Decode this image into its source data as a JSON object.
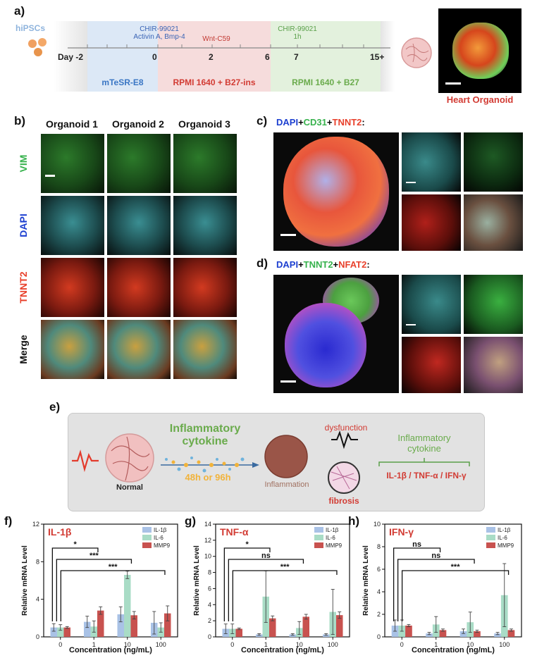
{
  "panels": {
    "a": "a)",
    "b": "b)",
    "c": "c)",
    "d": "d)",
    "e": "e)",
    "f": "f)",
    "g": "g)",
    "h": "h)"
  },
  "timeline": {
    "source": "hiPSCs",
    "days": [
      "Day -2",
      "0",
      "2",
      "6",
      "7",
      "15+"
    ],
    "above": {
      "chir1_line1": "CHIR-99021",
      "chir1_line2": "Activin A, Bmp-4",
      "wnt": "Wnt-C59",
      "chir2_line1": "CHIR-99021",
      "chir2_line2": "1h"
    },
    "media": [
      "mTeSR-E8",
      "RPMI 1640 + B27-ins",
      "RPMI 1640 + B27"
    ],
    "colors": {
      "blue": "#dce8f6",
      "red": "#f6dcdc",
      "green": "#e3f1dd"
    },
    "product": "Heart Organoid"
  },
  "panel_b": {
    "columns": [
      "Organoid 1",
      "Organoid 2",
      "Organoid 3"
    ],
    "rows": [
      "VIM",
      "DAPI",
      "TNNT2",
      "Merge"
    ],
    "row_colors": [
      "#37b24d",
      "#1c3fd0",
      "#e8412c",
      "#111111"
    ]
  },
  "panel_c": {
    "title_parts": [
      "DAPI",
      "+",
      "CD31",
      "+",
      "TNNT2",
      ":"
    ],
    "title_colors": [
      "#1c3fd0",
      "#111111",
      "#37b24d",
      "#111111",
      "#e8412c",
      "#111111"
    ]
  },
  "panel_d": {
    "title_parts": [
      "DAPI",
      "+",
      "TNNT2",
      "+",
      "NFAT2",
      ":"
    ],
    "title_colors": [
      "#1c3fd0",
      "#111111",
      "#37b24d",
      "#111111",
      "#e8412c",
      "#111111"
    ]
  },
  "panel_e": {
    "cytokine_l1": "Inflammatory",
    "cytokine_l2": "cytokine",
    "time": "48h or 96h",
    "normal": "Normal",
    "inflammation": "Inflammation",
    "dysfunction": "dysfunction",
    "fibrosis": "fibrosis",
    "right_l1": "Inflammatory",
    "right_l2": "cytokine",
    "list": "IL-1β / TNF-α / IFN-γ"
  },
  "chart_data": [
    {
      "type": "bar",
      "title": "IL-1β",
      "xlabel": "Concentration (ng/mL)",
      "ylabel": "Relative mRNA Level",
      "categories": [
        "0",
        "1",
        "10",
        "100"
      ],
      "ylim": [
        0,
        12
      ],
      "yticks": [
        0,
        4,
        8,
        12
      ],
      "series": [
        {
          "name": "IL-1β",
          "values": [
            1.0,
            1.6,
            2.4,
            1.5
          ],
          "errors": [
            0.4,
            0.6,
            0.8,
            1.2
          ]
        },
        {
          "name": "IL-6",
          "values": [
            1.0,
            1.1,
            6.6,
            1.0
          ],
          "errors": [
            0.3,
            0.6,
            0.4,
            0.5
          ]
        },
        {
          "name": "MMP9",
          "values": [
            1.0,
            2.8,
            2.3,
            2.5
          ],
          "errors": [
            0.1,
            0.4,
            0.4,
            0.8
          ]
        }
      ],
      "sig": [
        "*",
        "***",
        "***"
      ]
    },
    {
      "type": "bar",
      "title": "TNF-α",
      "xlabel": "Concentration (ng/mL)",
      "ylabel": "Relative mRNA Level",
      "categories": [
        "0",
        "1",
        "10",
        "100"
      ],
      "ylim": [
        0,
        14
      ],
      "yticks": [
        0,
        2,
        4,
        6,
        8,
        10,
        12,
        14
      ],
      "series": [
        {
          "name": "IL-1β",
          "values": [
            1.0,
            0.3,
            0.3,
            0.3
          ],
          "errors": [
            0.6,
            0.1,
            0.1,
            0.1
          ]
        },
        {
          "name": "IL-6",
          "values": [
            1.0,
            5.0,
            1.1,
            3.1
          ],
          "errors": [
            0.6,
            3.2,
            0.8,
            2.8
          ]
        },
        {
          "name": "MMP9",
          "values": [
            1.0,
            2.3,
            2.5,
            2.7
          ],
          "errors": [
            0.1,
            0.3,
            0.3,
            0.4
          ]
        }
      ],
      "sig": [
        "*",
        "ns",
        "***"
      ]
    },
    {
      "type": "bar",
      "title": "IFN-γ",
      "xlabel": "Concentration (ng/mL)",
      "ylabel": "Relative mRNA Level",
      "categories": [
        "0",
        "1",
        "10",
        "100"
      ],
      "ylim": [
        0,
        10
      ],
      "yticks": [
        0,
        2,
        4,
        6,
        8,
        10
      ],
      "series": [
        {
          "name": "IL-1β",
          "values": [
            1.0,
            0.3,
            0.5,
            0.3
          ],
          "errors": [
            0.5,
            0.1,
            0.2,
            0.1
          ]
        },
        {
          "name": "IL-6",
          "values": [
            1.0,
            1.1,
            1.3,
            3.7
          ],
          "errors": [
            0.5,
            0.7,
            0.9,
            2.8
          ]
        },
        {
          "name": "MMP9",
          "values": [
            1.0,
            0.6,
            0.5,
            0.6
          ],
          "errors": [
            0.1,
            0.1,
            0.1,
            0.1
          ]
        }
      ],
      "sig": [
        "ns",
        "ns",
        "***"
      ]
    }
  ],
  "bar_colors": [
    "#a9c2e6",
    "#a9dcc6",
    "#c8524f"
  ]
}
